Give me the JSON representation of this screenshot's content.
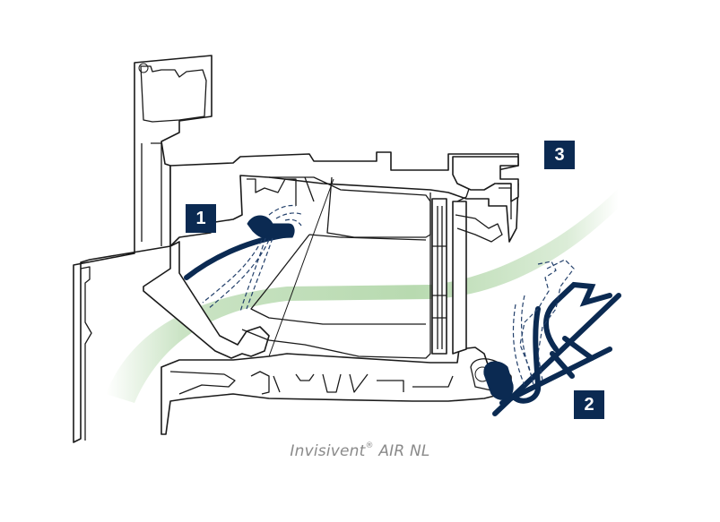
{
  "diagram": {
    "title": "Invisivent AIR NL cross-section",
    "caption": {
      "product": "Invisivent",
      "registered_mark": "®",
      "model": "AIR NL"
    },
    "callouts": [
      {
        "id": "1",
        "label": "1",
        "target": "inner-flap-valve"
      },
      {
        "id": "2",
        "label": "2",
        "target": "outer-grille-flap"
      },
      {
        "id": "3",
        "label": "3",
        "target": "upper-frame-profile"
      }
    ],
    "airflow": {
      "description": "airflow path",
      "color": "#b8dab0"
    },
    "colors": {
      "badge": "#0b2a52",
      "profile_outline": "#1a1a1a",
      "valve": "#0b2a52",
      "airflow": "#b8dab0",
      "caption": "#8a8a8a"
    }
  }
}
